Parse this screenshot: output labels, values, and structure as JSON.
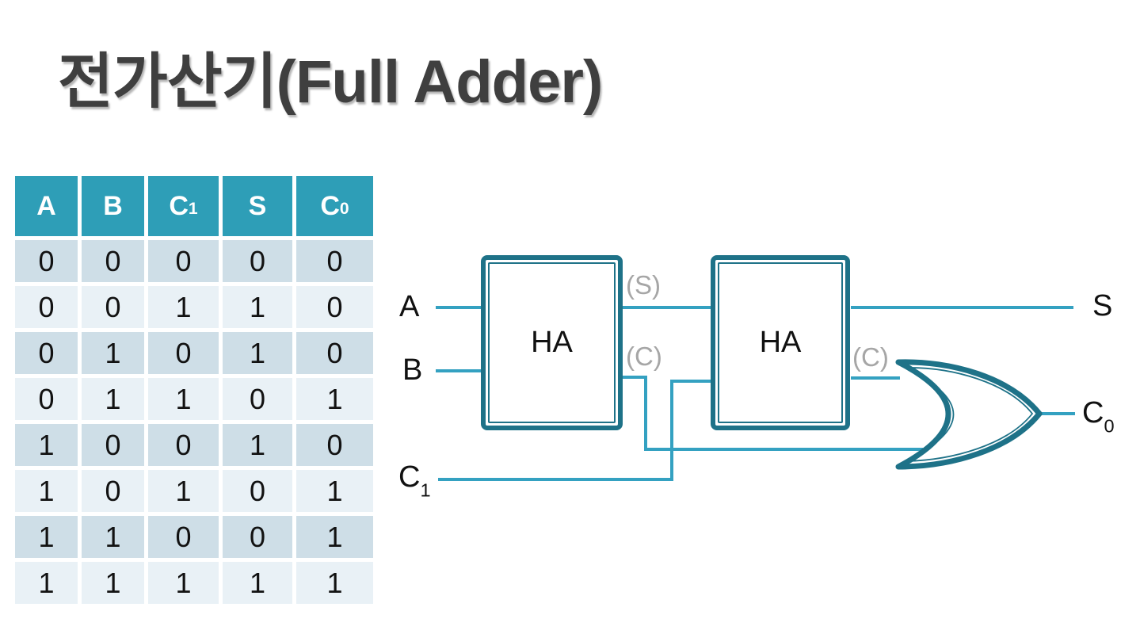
{
  "title": "전가산기(Full Adder)",
  "colors": {
    "header_teal": "#2E9EB7",
    "row_dark": "#CEDEE7",
    "row_light": "#E9F1F6",
    "wire_teal": "#34A1C1",
    "box_border_teal": "#1E7288",
    "gray_label": "#A6A6A6",
    "title_gray": "#3F3F3F"
  },
  "truth_table": {
    "headers": [
      {
        "base": "A",
        "sub": ""
      },
      {
        "base": "B",
        "sub": ""
      },
      {
        "base": "C",
        "sub": "1"
      },
      {
        "base": "S",
        "sub": ""
      },
      {
        "base": "C",
        "sub": "0"
      }
    ],
    "rows": [
      [
        "0",
        "0",
        "0",
        "0",
        "0"
      ],
      [
        "0",
        "0",
        "1",
        "1",
        "0"
      ],
      [
        "0",
        "1",
        "0",
        "1",
        "0"
      ],
      [
        "0",
        "1",
        "1",
        "0",
        "1"
      ],
      [
        "1",
        "0",
        "0",
        "1",
        "0"
      ],
      [
        "1",
        "0",
        "1",
        "0",
        "1"
      ],
      [
        "1",
        "1",
        "0",
        "0",
        "1"
      ],
      [
        "1",
        "1",
        "1",
        "1",
        "1"
      ]
    ]
  },
  "diagram": {
    "input_a": "A",
    "input_b": "B",
    "input_carry": {
      "base": "C",
      "sub": "1"
    },
    "ha1_label": "HA",
    "ha2_label": "HA",
    "sum_tag": "(S)",
    "carry_tag1": "(C)",
    "carry_tag2": "(C)",
    "output_sum": "S",
    "output_carry": {
      "base": "C",
      "sub": "0"
    }
  }
}
